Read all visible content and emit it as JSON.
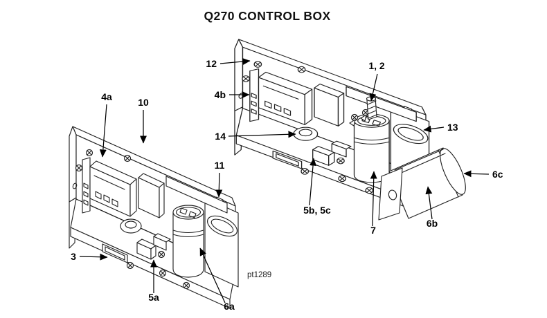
{
  "title": "Q270 CONTROL BOX",
  "figure_code": "pt1289",
  "colors": {
    "line": "#222222",
    "label": "#000000",
    "background": "#ffffff"
  },
  "callouts": {
    "c4a": {
      "label": "4a"
    },
    "c10": {
      "label": "10"
    },
    "c12": {
      "label": "12"
    },
    "c4b": {
      "label": "4b"
    },
    "c1_2": {
      "label": "1, 2"
    },
    "c14": {
      "label": "14"
    },
    "c11": {
      "label": "11"
    },
    "c13": {
      "label": "13"
    },
    "c3": {
      "label": "3"
    },
    "c5a": {
      "label": "5a"
    },
    "c6a": {
      "label": "6a"
    },
    "c5b_5c": {
      "label": "5b, 5c"
    },
    "c7": {
      "label": "7"
    },
    "c6b": {
      "label": "6b"
    },
    "c6c": {
      "label": "6c"
    }
  }
}
